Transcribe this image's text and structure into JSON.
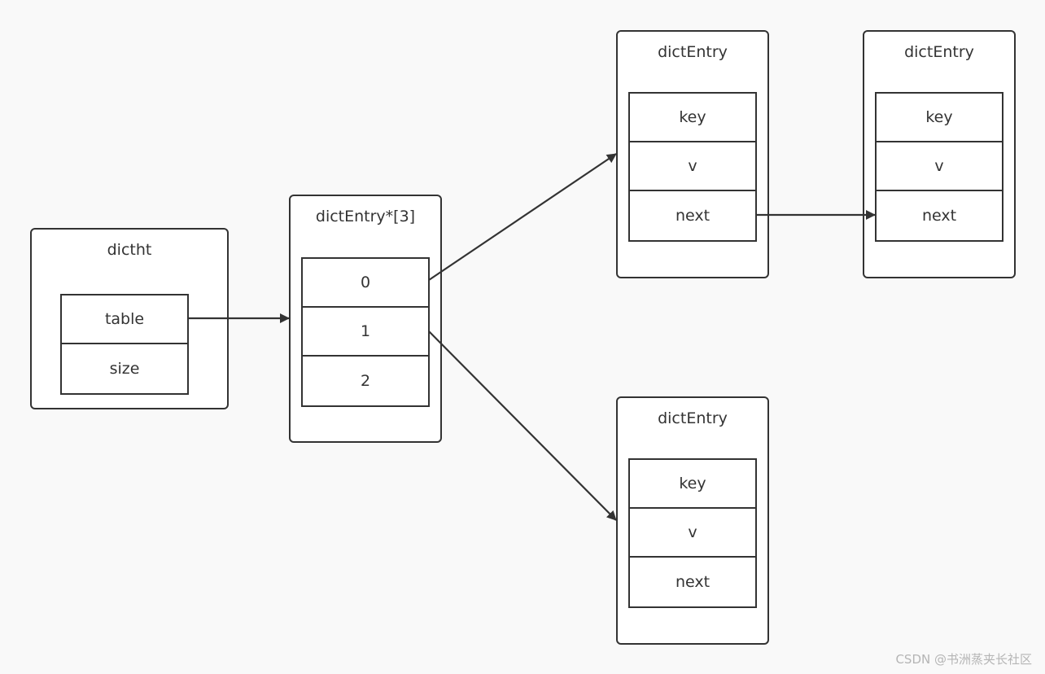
{
  "dictht": {
    "title": "dictht",
    "fields": [
      "table",
      "size"
    ]
  },
  "bucket_array": {
    "title": "dictEntry*[3]",
    "fields": [
      "0",
      "1",
      "2"
    ]
  },
  "entry_a": {
    "title": "dictEntry",
    "fields": [
      "key",
      "v",
      "next"
    ]
  },
  "entry_b": {
    "title": "dictEntry",
    "fields": [
      "key",
      "v",
      "next"
    ]
  },
  "entry_c": {
    "title": "dictEntry",
    "fields": [
      "key",
      "v",
      "next"
    ]
  },
  "watermark": "CSDN @书洲蒸夹长社区",
  "colors": {
    "stroke": "#333333",
    "background": "#f9f9f9",
    "fill": "#ffffff"
  }
}
